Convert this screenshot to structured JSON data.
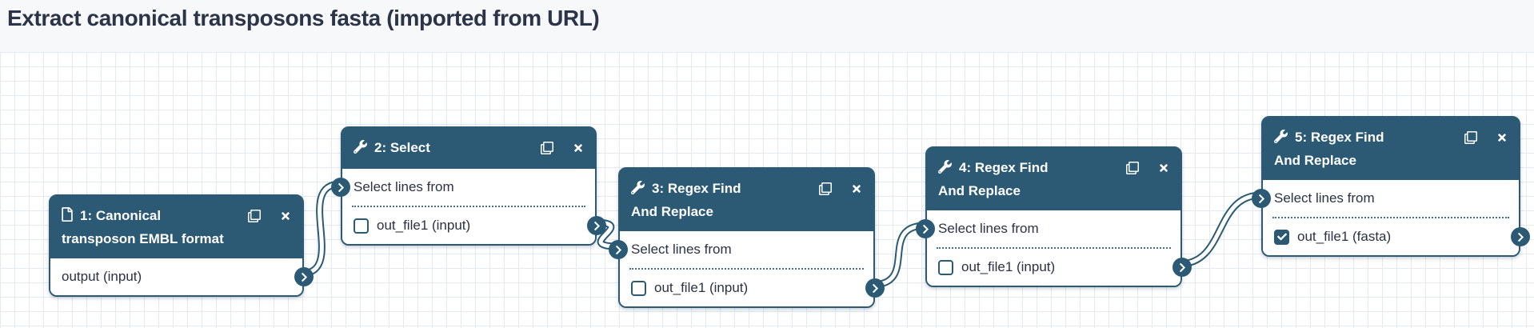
{
  "header": {
    "title": "Extract canonical transposons fasta (imported from URL)"
  },
  "colors": {
    "node_accent": "#2c5a75",
    "body_text": "#2c3143",
    "canvas_background": "#ffffff",
    "canvas_grid": "#e3eaf4",
    "topbar_background": "#f7f8f9"
  },
  "icons": {
    "input_node_type": "file-icon",
    "tool_node_type": "wrench-icon",
    "duplicate": "duplicate-icon",
    "remove": "close-icon",
    "connector": "chevron-right-icon"
  },
  "nodes": [
    {
      "title": "1: Canonical transposon EMBL format",
      "type_icon": "file-icon",
      "output_label": "output (input)",
      "output_checked": false
    },
    {
      "title": "2: Select",
      "type_icon": "wrench-icon",
      "input_label": "Select lines from",
      "output_label": "out_file1 (input)",
      "output_checked": false
    },
    {
      "title": "3: Regex Find And Replace",
      "type_icon": "wrench-icon",
      "input_label": "Select lines from",
      "output_label": "out_file1 (input)",
      "output_checked": false
    },
    {
      "title": "4: Regex Find And Replace",
      "type_icon": "wrench-icon",
      "input_label": "Select lines from",
      "output_label": "out_file1 (input)",
      "output_checked": false
    },
    {
      "title": "5: Regex Find And Replace",
      "type_icon": "wrench-icon",
      "input_label": "Select lines from",
      "output_label": "out_file1 (fasta)",
      "output_checked": true
    }
  ]
}
